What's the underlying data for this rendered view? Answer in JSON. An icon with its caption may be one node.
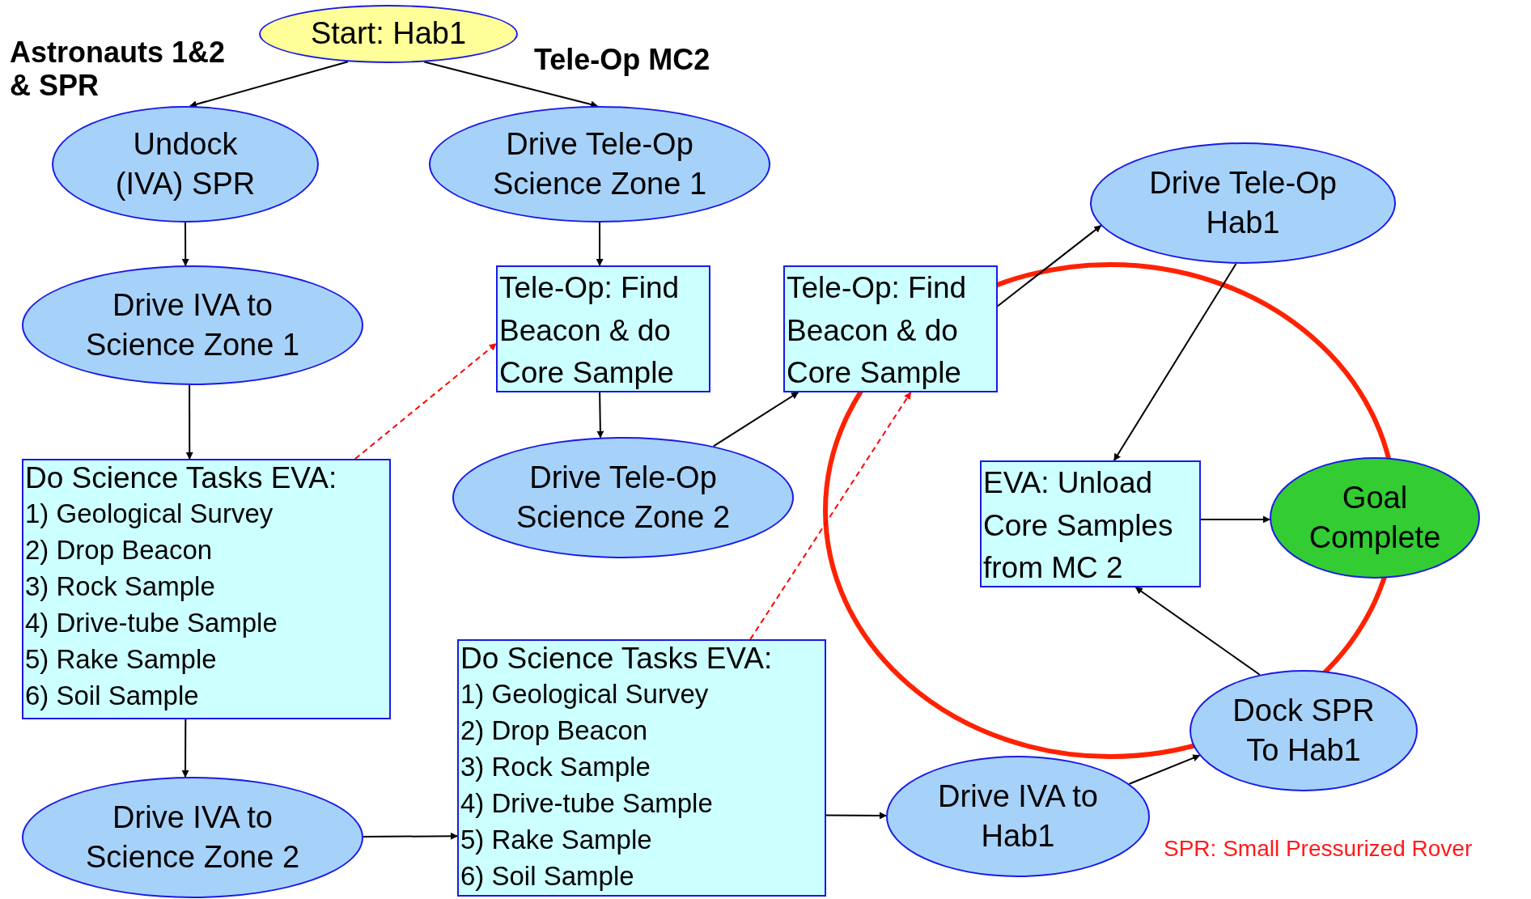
{
  "diagram": {
    "nodes": [
      {
        "text": [
          "Start: Hab1"
        ]
      },
      {
        "text": [
          "Undock (IVA) SPR"
        ]
      },
      {
        "text": [
          "Drive Tele-Op Science Zone 1"
        ]
      },
      {
        "text": [
          "Drive IVA to Science Zone 1"
        ]
      },
      {
        "text": [
          "Tele-Op: Find Beacon & do Core Sample"
        ]
      },
      {
        "text": [
          "Tele-Op: Find Beacon & do Core Sample"
        ]
      },
      {
        "text": [
          "Drive Tele-Op Hab1"
        ]
      },
      {
        "text": [
          "Do Science Tasks EVA:",
          "1) Geological Survey",
          "2) Drop Beacon",
          "3) Rock Sample",
          "4) Drive-tube Sample",
          "5) Rake Sample",
          "6) Soil Sample"
        ]
      },
      {
        "text": [
          "Drive Tele-Op Science Zone 2"
        ]
      },
      {
        "text": [
          "EVA: Unload Core Samples from MC 2"
        ]
      },
      {
        "text": [
          "Goal Complete"
        ]
      },
      {
        "text": [
          "Do Science Tasks EVA:",
          "1) Geological Survey",
          "2) Drop Beacon",
          "3) Rock Sample",
          "4) Drive-tube Sample",
          "5) Rake Sample",
          "6) Soil Sample"
        ]
      },
      {
        "text": [
          "Drive IVA to Science Zone 2"
        ]
      },
      {
        "text": [
          "Drive IVA to Hab1"
        ]
      },
      {
        "text": [
          "Dock SPR To Hab1"
        ]
      }
    ],
    "edges": [
      {
        "from": 0,
        "to": 1,
        "arrow": "to"
      },
      {
        "from": 0,
        "to": 2,
        "arrow": "to"
      },
      {
        "from": 1,
        "to": 3,
        "arrow": "to"
      },
      {
        "from": 2,
        "to": 4,
        "arrow": "to"
      },
      {
        "from": 3,
        "to": 7,
        "arrow": "to"
      },
      {
        "from": 7,
        "to": 4,
        "arrow": "to",
        "style": "dashed",
        "color": "#ff0000"
      },
      {
        "from": 4,
        "to": 8,
        "arrow": "to"
      },
      {
        "from": 8,
        "to": 5,
        "arrow": "to"
      },
      {
        "from": 5,
        "to": 6,
        "arrow": "to"
      },
      {
        "from": 6,
        "to": 9,
        "arrow": "to"
      },
      {
        "from": 9,
        "to": 10,
        "arrow": "to"
      },
      {
        "from": 7,
        "to": 12,
        "arrow": "to"
      },
      {
        "from": 12,
        "to": 11,
        "arrow": "to"
      },
      {
        "from": 11,
        "to": 13,
        "arrow": "to"
      },
      {
        "from": 13,
        "to": 14,
        "arrow": "to"
      },
      {
        "from": 14,
        "to": 9,
        "arrow": "to"
      },
      {
        "from": 11,
        "to": 5,
        "arrow": "to",
        "style": "dashed",
        "color": "#ff0000"
      }
    ],
    "labels": [
      "Astronauts 1&2 & SPR",
      "Tele-Op MC2",
      "SPR: Small Pressurized Rover"
    ]
  }
}
